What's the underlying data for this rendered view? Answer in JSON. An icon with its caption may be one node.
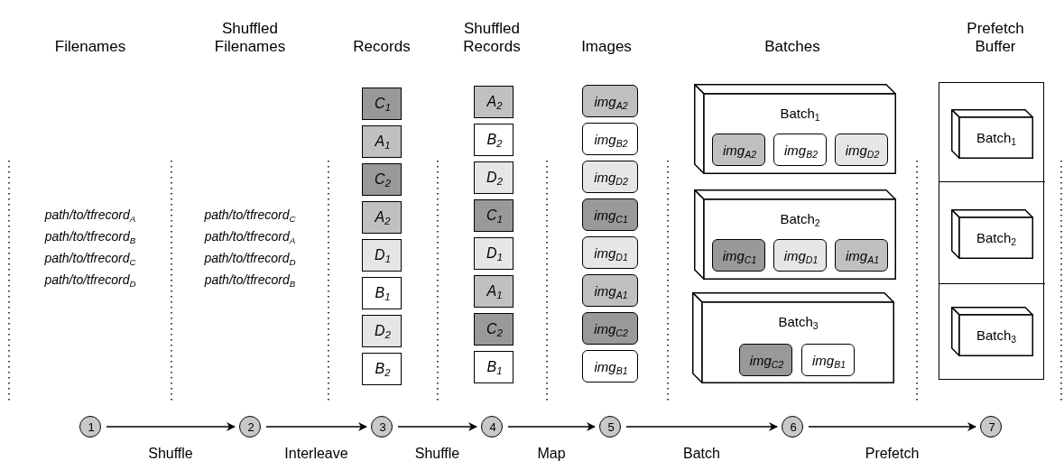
{
  "diagram": {
    "nodes": [
      {
        "text": [
          "C$_{1}$"
        ]
      },
      {
        "text": [
          "A$_{1}$"
        ]
      },
      {
        "text": [
          "C$_{2}$"
        ]
      },
      {
        "text": [
          "A$_{2}$"
        ]
      },
      {
        "text": [
          "D$_{1}$"
        ]
      },
      {
        "text": [
          "B$_{1}$"
        ]
      },
      {
        "text": [
          "D$_{2}$"
        ]
      },
      {
        "text": [
          "B$_{2}$"
        ]
      },
      {
        "text": [
          "A$_{2}$"
        ]
      },
      {
        "text": [
          "B$_{2}$"
        ]
      },
      {
        "text": [
          "D$_{2}$"
        ]
      },
      {
        "text": [
          "C$_{1}$"
        ]
      },
      {
        "text": [
          "D$_{1}$"
        ]
      },
      {
        "text": [
          "A$_{1}$"
        ]
      },
      {
        "text": [
          "C$_{2}$"
        ]
      },
      {
        "text": [
          "B$_{1}$"
        ]
      },
      {
        "text": [
          "img$_{A2}$"
        ]
      },
      {
        "text": [
          "img$_{B2}$"
        ]
      },
      {
        "text": [
          "img$_{D2}$"
        ]
      },
      {
        "text": [
          "img$_{C1}$"
        ]
      },
      {
        "text": [
          "img$_{D1}$"
        ]
      },
      {
        "text": [
          "img$_{A1}$"
        ]
      },
      {
        "text": [
          "img$_{C2}$"
        ]
      },
      {
        "text": [
          "img$_{B1}$"
        ]
      },
      {
        "text": [
          "Batch$_{1}$"
        ]
      },
      {
        "text": [
          "img$_{A2}$"
        ],
        "in": 24
      },
      {
        "text": [
          "img$_{B2}$"
        ],
        "in": 24
      },
      {
        "text": [
          "img$_{D2}$"
        ],
        "in": 24
      },
      {
        "text": [
          "Batch$_{2}$"
        ]
      },
      {
        "text": [
          "img$_{C1}$"
        ],
        "in": 28
      },
      {
        "text": [
          "img$_{D1}$"
        ],
        "in": 28
      },
      {
        "text": [
          "img$_{A1}$"
        ],
        "in": 28
      },
      {
        "text": [
          "Batch$_{3}$"
        ]
      },
      {
        "text": [
          "img$_{C2}$"
        ],
        "in": 32
      },
      {
        "text": [
          "img$_{B1}$"
        ],
        "in": 32
      },
      {
        "text": [],
        "shape": "box"
      },
      {
        "text": [],
        "shape": "box",
        "in": 35
      },
      {
        "text": [
          "Batch$_{1}$"
        ],
        "in": 36
      },
      {
        "text": [],
        "shape": "box",
        "in": 35
      },
      {
        "text": [
          "Batch$_{2}$"
        ],
        "in": 38
      },
      {
        "text": [],
        "shape": "box",
        "in": 35
      },
      {
        "text": [
          "Batch$_{3}$"
        ],
        "in": 40
      },
      {
        "text": [
          "1"
        ]
      },
      {
        "text": [
          "2"
        ]
      },
      {
        "text": [
          "3"
        ]
      },
      {
        "text": [
          "4"
        ]
      },
      {
        "text": [
          "5"
        ]
      },
      {
        "text": [
          "6"
        ]
      },
      {
        "text": [
          "7"
        ]
      }
    ],
    "edges": [
      {
        "from": 42,
        "to": 43,
        "arrow": "to",
        "label": "Shuffle"
      },
      {
        "from": 43,
        "to": 44,
        "arrow": "to",
        "label": "Interleave"
      },
      {
        "from": 44,
        "to": 45,
        "arrow": "to",
        "label": "Shuffle"
      },
      {
        "from": 45,
        "to": 46,
        "arrow": "to",
        "label": "Map"
      },
      {
        "from": 46,
        "to": 47,
        "arrow": "to",
        "label": "Batch"
      },
      {
        "from": 47,
        "to": 48,
        "arrow": "to",
        "label": "Prefetch"
      }
    ],
    "labels": [
      "Filenames",
      "Shuffled Filenames",
      "Records",
      "Shuffled Records",
      "Images",
      "Batches",
      "Prefetch Buffer",
      "path/to/tfrecord$_{A}$",
      "path/to/tfrecord$_{B}$",
      "path/to/tfrecord$_{C}$",
      "path/to/tfrecord$_{D}$",
      "path/to/tfrecord$_{C}$",
      "path/to/tfrecord$_{A}$",
      "path/to/tfrecord$_{D}$",
      "path/to/tfrecord$_{B}$"
    ]
  }
}
